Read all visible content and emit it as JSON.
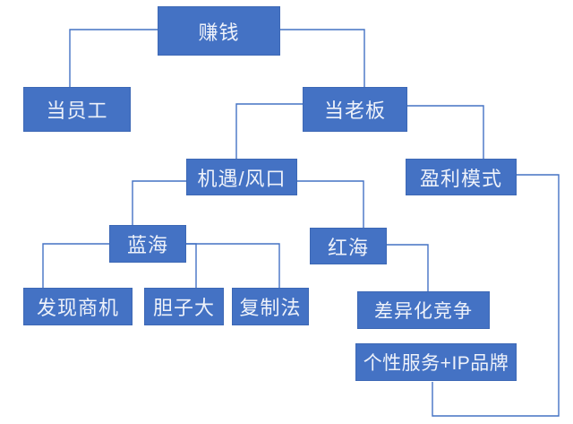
{
  "diagram": {
    "type": "flowchart",
    "background_color": "#ffffff",
    "node_fill_color": "#4472c4",
    "node_border_color": "#3d68b5",
    "node_text_color": "#eef2fa",
    "connector_color": "#4472c4",
    "nodes": [
      {
        "id": "make-money",
        "label": "赚钱"
      },
      {
        "id": "be-employee",
        "label": "当员工"
      },
      {
        "id": "be-boss",
        "label": "当老板"
      },
      {
        "id": "opportunity-trend",
        "label": "机遇/风口"
      },
      {
        "id": "profit-model",
        "label": "盈利模式"
      },
      {
        "id": "blue-ocean",
        "label": "蓝海"
      },
      {
        "id": "red-ocean",
        "label": "红海"
      },
      {
        "id": "spot-opportunity",
        "label": "发现商机"
      },
      {
        "id": "boldness",
        "label": "胆子大"
      },
      {
        "id": "copy-method",
        "label": "复制法"
      },
      {
        "id": "differentiation",
        "label": "差异化竞争"
      },
      {
        "id": "personal-service-ip",
        "label": "个性服务+IP品牌"
      }
    ],
    "edges": [
      {
        "from": "make-money",
        "to": "be-employee"
      },
      {
        "from": "make-money",
        "to": "be-boss"
      },
      {
        "from": "be-boss",
        "to": "opportunity-trend"
      },
      {
        "from": "be-boss",
        "to": "profit-model"
      },
      {
        "from": "opportunity-trend",
        "to": "blue-ocean"
      },
      {
        "from": "opportunity-trend",
        "to": "red-ocean"
      },
      {
        "from": "blue-ocean",
        "to": "spot-opportunity"
      },
      {
        "from": "blue-ocean",
        "to": "boldness"
      },
      {
        "from": "blue-ocean",
        "to": "copy-method"
      },
      {
        "from": "red-ocean",
        "to": "differentiation"
      },
      {
        "from": "profit-model",
        "to": "personal-service-ip"
      }
    ]
  }
}
